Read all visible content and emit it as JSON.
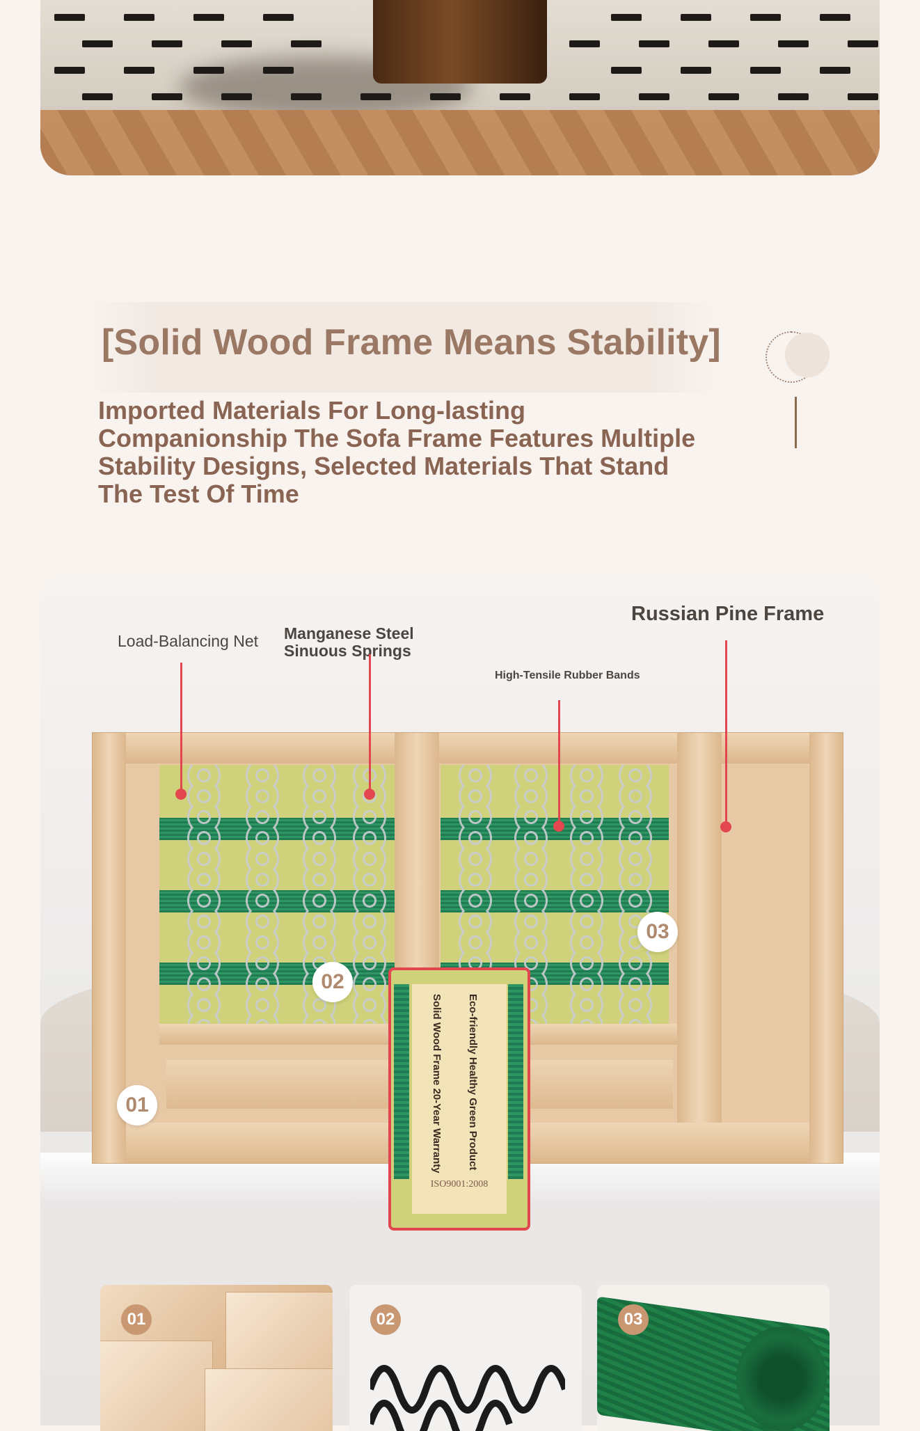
{
  "heading": {
    "title": "[Solid Wood Frame Means Stability]",
    "subtitle": "Imported Materials For Long-lasting Companionship The Sofa Frame Features Multiple Stability Designs, Selected Materials That Stand The Test Of Time"
  },
  "callouts": {
    "net": "Load-Balancing Net",
    "springs_line1": "Manganese Steel",
    "springs_line2": "Sinuous Springs",
    "bands": "High-Tensile Rubber Bands",
    "pine": "Russian Pine Frame"
  },
  "badges": [
    "01",
    "02",
    "03"
  ],
  "tag": {
    "line1": "Eco-friendly Healthy Green Product",
    "line2": "Solid Wood Frame 20-Year Warranty",
    "iso": "ISO9001:2008"
  },
  "thumbnails": [
    "01",
    "02",
    "03"
  ],
  "colors": {
    "accent_red": "#e2474f",
    "title_brown": "#9a7864",
    "subtitle_brown": "#8a6452",
    "webbing_green": "#1f7c52"
  }
}
